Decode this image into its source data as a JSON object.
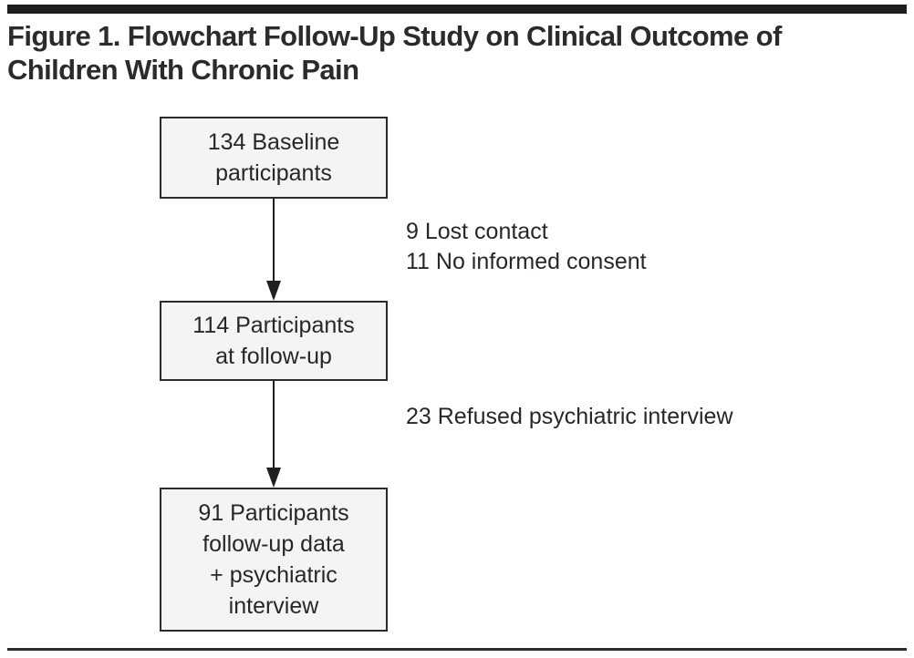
{
  "figure": {
    "title": "Figure 1. Flowchart Follow-Up Study on Clinical Outcome of Children With Chronic Pain",
    "title_lines": [
      "Figure 1. Flowchart Follow-Up Study on Clinical Outcome of",
      "Children With Chronic Pain"
    ]
  },
  "flowchart": {
    "type": "flowchart",
    "nodes": [
      {
        "id": "baseline",
        "count": 134,
        "label": "134 Baseline participants",
        "lines": [
          "134 Baseline",
          "participants"
        ]
      },
      {
        "id": "follow-up",
        "count": 114,
        "label": "114 Participants at follow-up",
        "lines": [
          "114 Participants",
          "at follow-up"
        ]
      },
      {
        "id": "final",
        "count": 91,
        "label": "91 Participants follow-up data + psychiatric interview",
        "lines": [
          "91 Participants",
          "follow-up data",
          "+ psychiatric",
          "interview"
        ]
      }
    ],
    "edges": [
      {
        "from": "baseline",
        "to": "follow-up",
        "annotation_lines": [
          "9 Lost contact",
          "11 No informed consent"
        ]
      },
      {
        "from": "follow-up",
        "to": "final",
        "annotation_lines": [
          "23 Refused psychiatric interview"
        ]
      }
    ],
    "colors": {
      "box_fill": "#f4f4f3",
      "box_border": "#2b2a2a",
      "text": "#2a2627",
      "arrow": "#231f20",
      "top_rule": "#1e1e1e",
      "bottom_rule": "#2b2b2b",
      "background": "#ffffff"
    }
  }
}
